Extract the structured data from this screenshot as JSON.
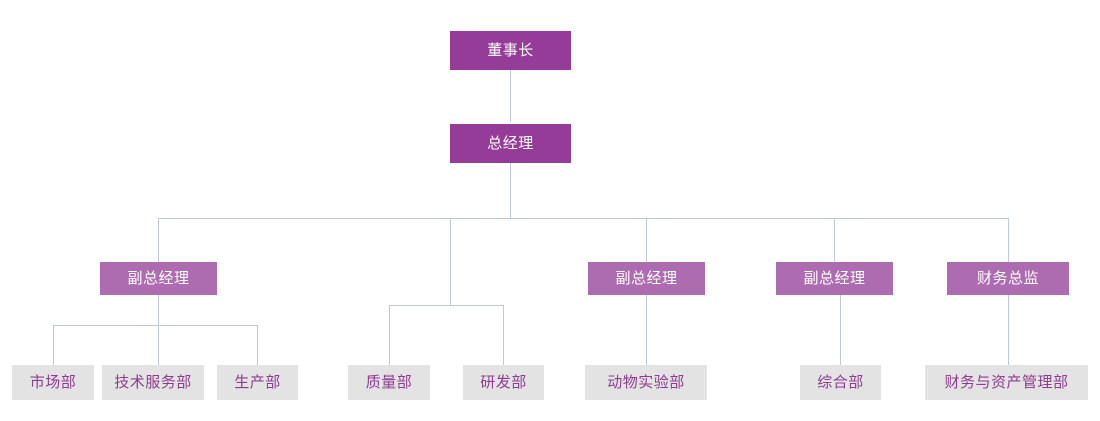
{
  "chart_title": "",
  "palette": {
    "top_box": "#953b98",
    "mid_box": "#ae6cb0",
    "leaf_box": "#e3e3e3",
    "leaf_text": "#8d3c8f",
    "box_text": "#ffffff",
    "connector": "#bdc9d4",
    "background": "#ffffff"
  },
  "nodes": {
    "chairman": {
      "label": "董事长"
    },
    "general_manager": {
      "label": "总经理"
    },
    "deputy_gm_1": {
      "label": "副总经理"
    },
    "deputy_gm_2": {
      "label": "副总经理"
    },
    "deputy_gm_3": {
      "label": "副总经理"
    },
    "finance_director": {
      "label": "财务总监"
    },
    "dept_marketing": {
      "label": "市场部"
    },
    "dept_tech_service": {
      "label": "技术服务部"
    },
    "dept_production": {
      "label": "生产部"
    },
    "dept_quality": {
      "label": "质量部"
    },
    "dept_rnd": {
      "label": "研发部"
    },
    "dept_animal_lab": {
      "label": "动物实验部"
    },
    "dept_general_affairs": {
      "label": "综合部"
    },
    "dept_finance_asset": {
      "label": "财务与资产管理部"
    }
  }
}
